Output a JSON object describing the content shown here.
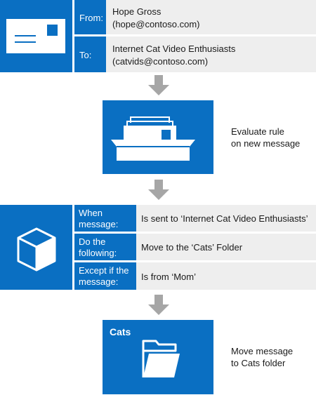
{
  "message": {
    "from_label": "From:",
    "from_name": "Hope Gross",
    "from_email": "(hope@contoso.com)",
    "to_label": "To:",
    "to_name": "Internet Cat Video Enthusiasts",
    "to_email": "(catvids@contoso.com)"
  },
  "evaluate": {
    "caption_line1": "Evaluate rule",
    "caption_line2": "on new message"
  },
  "rule": {
    "when_label_line1": "When",
    "when_label_line2": "message:",
    "when_value": "Is sent to ‘Internet Cat Video Enthusiasts’",
    "do_label_line1": "Do the",
    "do_label_line2": "following:",
    "do_value": "Move to the ‘Cats’ Folder",
    "except_label_line1": "Except if the",
    "except_label_line2": "message:",
    "except_value": "Is from ‘Mom’"
  },
  "result": {
    "folder_title": "Cats",
    "caption_line1": "Move message",
    "caption_line2": "to Cats folder"
  },
  "colors": {
    "accent_blue": "#0a6fc2",
    "panel_gray": "#eeeeee",
    "arrow_gray": "#a6a6a6"
  }
}
